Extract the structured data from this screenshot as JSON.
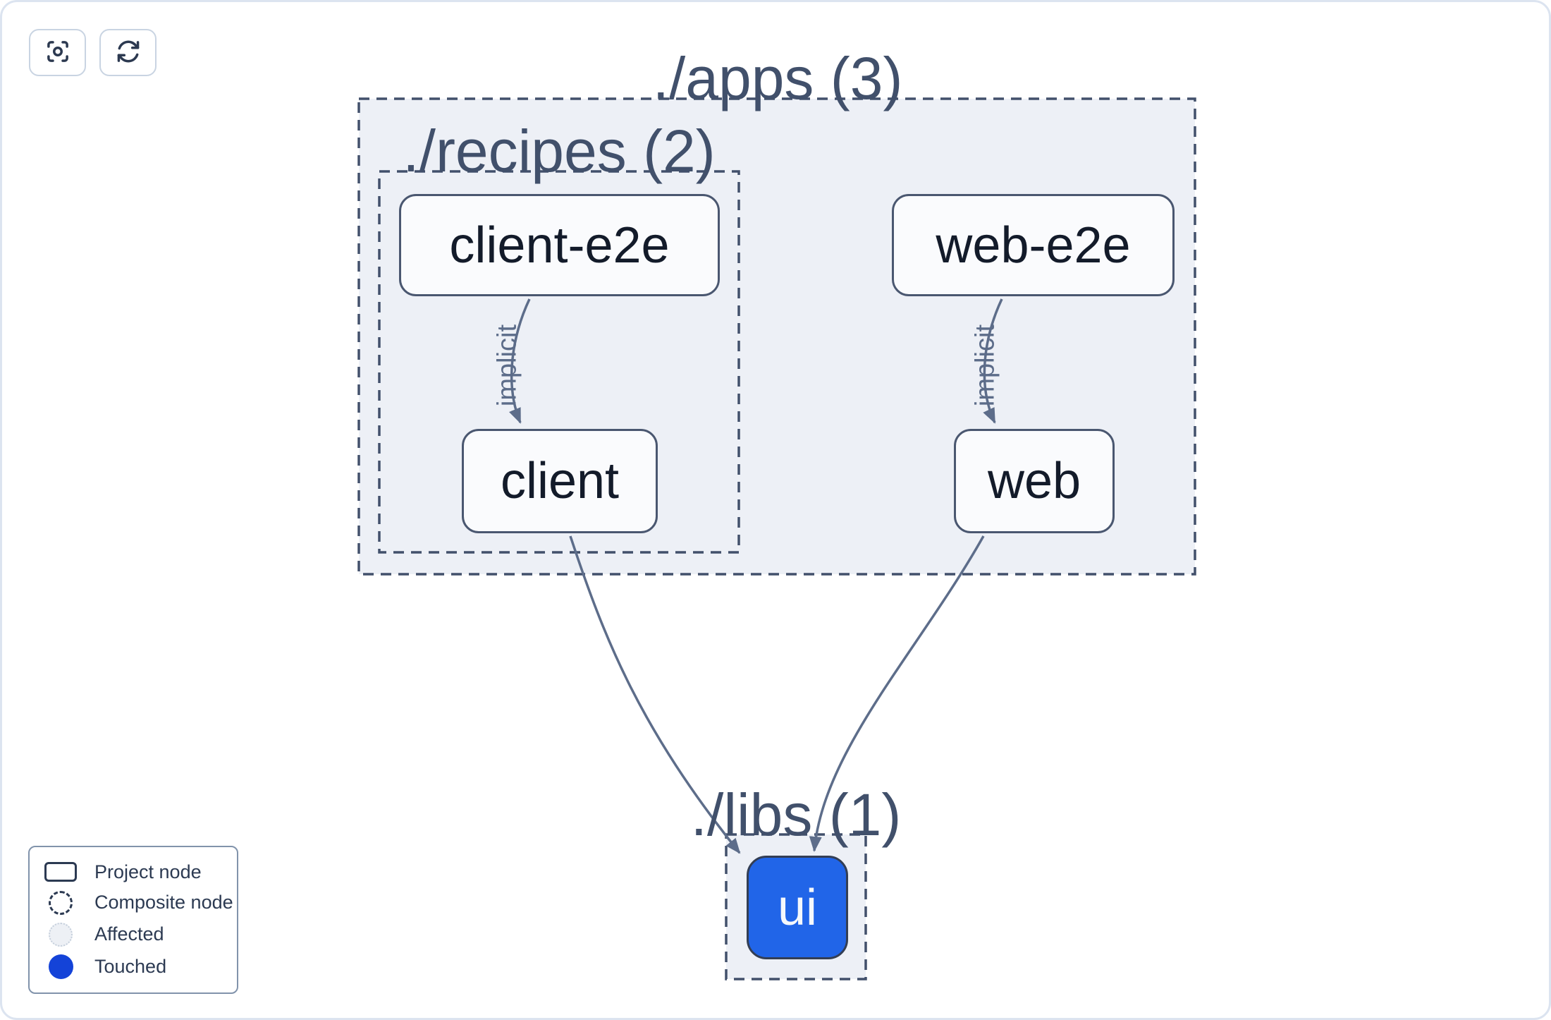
{
  "toolbar": {
    "buttons": [
      {
        "icon": "focus-icon"
      },
      {
        "icon": "refresh-icon"
      }
    ]
  },
  "graph": {
    "clusters": [
      {
        "id": "apps",
        "label": "./apps (3)"
      },
      {
        "id": "recipes",
        "label": "./recipes (2)"
      },
      {
        "id": "libs",
        "label": "./libs (1)"
      }
    ],
    "nodes": [
      {
        "id": "client-e2e",
        "label": "client-e2e",
        "state": "normal"
      },
      {
        "id": "web-e2e",
        "label": "web-e2e",
        "state": "normal"
      },
      {
        "id": "client",
        "label": "client",
        "state": "normal"
      },
      {
        "id": "web",
        "label": "web",
        "state": "normal"
      },
      {
        "id": "ui",
        "label": "ui",
        "state": "touched"
      }
    ],
    "edges": [
      {
        "from": "client-e2e",
        "to": "client",
        "label": "implicit"
      },
      {
        "from": "web-e2e",
        "to": "web",
        "label": "implicit"
      },
      {
        "from": "client",
        "to": "ui",
        "label": ""
      },
      {
        "from": "web",
        "to": "ui",
        "label": ""
      }
    ]
  },
  "legend": {
    "items": [
      {
        "icon": "project-node-icon",
        "label": "Project node"
      },
      {
        "icon": "composite-node-icon",
        "label": "Composite node"
      },
      {
        "icon": "affected-icon",
        "label": "Affected"
      },
      {
        "icon": "touched-icon",
        "label": "Touched"
      }
    ]
  },
  "colors": {
    "touched": "#1443d8",
    "affected_fill": "#edf0f5",
    "ui_node_fill": "#2165e8",
    "cluster_fill": "#edf0f6",
    "cluster_border": "#42506b",
    "edge": "#5d6d8a"
  }
}
